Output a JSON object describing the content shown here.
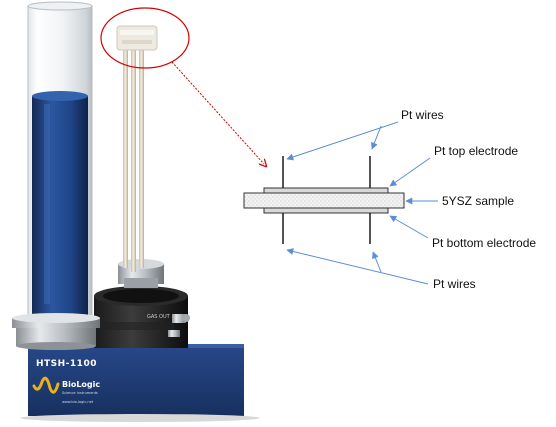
{
  "labels": {
    "pt_wires_top": "Pt wires",
    "pt_top_electrode": "Pt top electrode",
    "sample": "5YSZ sample",
    "pt_bottom_electrode": "Pt bottom electrode",
    "pt_wires_bottom": "Pt wires"
  },
  "device": {
    "model": "HTSH-1100",
    "brand": "BioLogic",
    "brand_sub": "Science Instruments",
    "website": "www.bio-logic.net",
    "port_label": "GAS OUT"
  },
  "colors": {
    "callout_red": "#d40000",
    "leader_blue": "#5b8fd0",
    "device_blue": "#1f3e77",
    "logo_yellow": "#e8b21f",
    "electrode_gray": "#d9d9d9"
  }
}
